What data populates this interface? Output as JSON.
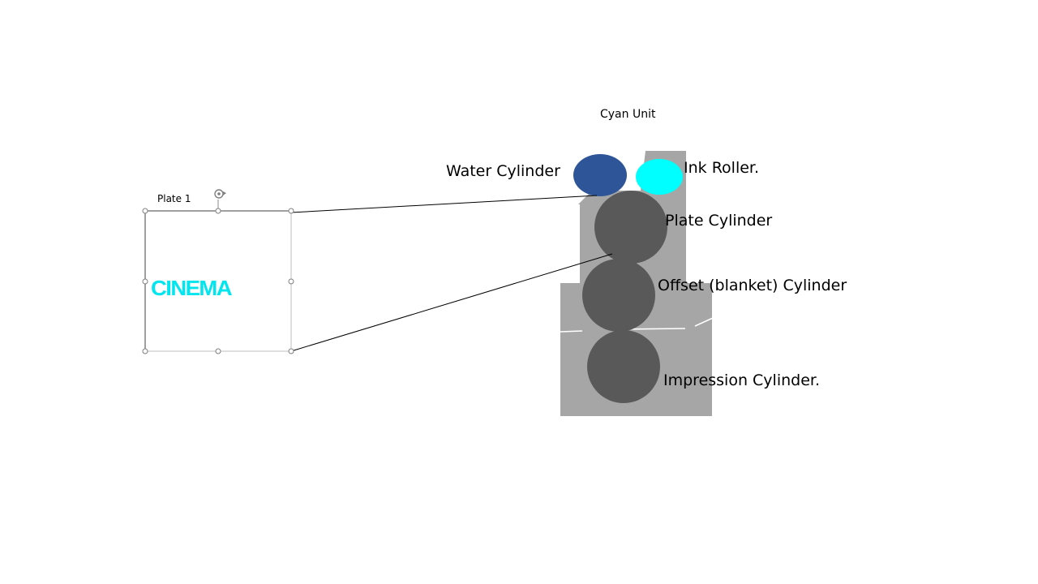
{
  "title": "Cyan Unit",
  "plate": {
    "caption": "Plate 1",
    "text": "CINEMA"
  },
  "labels": {
    "water_cylinder": "Water Cylinder",
    "ink_roller": "Ink Roller.",
    "plate_cylinder": "Plate Cylinder",
    "offset_cylinder": "Offset (blanket) Cylinder",
    "impression_cylinder": "Impression Cylinder."
  },
  "colors": {
    "frame": "#a6a6a6",
    "cylinder": "#595959",
    "water_cylinder": "#2e5597",
    "ink_roller": "#00ffff",
    "cinema_text": "#00e5ee",
    "background": "#ffffff"
  },
  "icons": {
    "rotate_handle": "rotate-icon"
  }
}
